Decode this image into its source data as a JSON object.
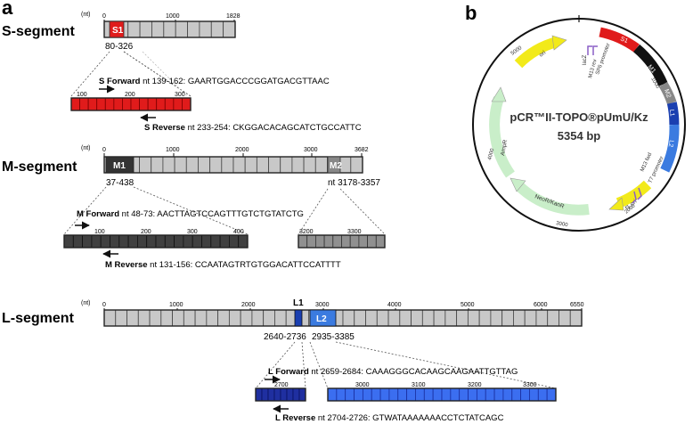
{
  "panels": {
    "a": "a",
    "b": "b"
  },
  "nt_unit": "(nt)",
  "s_segment": {
    "label": "S-segment",
    "ticks": [
      "0",
      "1000",
      "1828"
    ],
    "region_label": "S1",
    "region_range": "80-326",
    "zoom_ticks": [
      "100",
      "200",
      "300"
    ],
    "forward": {
      "name": "S Forward",
      "pos": "nt 139-162:",
      "seq": "GAARTGGACCCGGATGACGTTAAC"
    },
    "reverse": {
      "name": "S Reverse",
      "pos": "nt 233-254:",
      "seq": "CKGGACACAGCATCTGCCATTC"
    }
  },
  "m_segment": {
    "label": "M-segment",
    "ticks": [
      "0",
      "1000",
      "2000",
      "3000",
      "3682"
    ],
    "region1_label": "M1",
    "region1_range": "37-438",
    "region2_label": "M2",
    "region2_range": "nt 3178-3357",
    "zoom1_ticks": [
      "100",
      "200",
      "300",
      "400"
    ],
    "zoom2_ticks": [
      "3200",
      "3300"
    ],
    "forward": {
      "name": "M Forward",
      "pos": "nt 48-73:",
      "seq": "AACTTAGTCCAGTTTGTCTGTATCTG"
    },
    "reverse": {
      "name": "M Reverse",
      "pos": "nt 131-156:",
      "seq": "CCAATAGTRTGTGGACATTCCATTTT"
    }
  },
  "l_segment": {
    "label": "L-segment",
    "ticks": [
      "0",
      "1000",
      "2000",
      "3000",
      "4000",
      "5000",
      "6000",
      "6550"
    ],
    "region1_label": "L1",
    "region1_range": "2640-2736",
    "region2_label": "L2",
    "region2_range": "2935-3385",
    "zoom1_ticks": [
      "2700"
    ],
    "zoom2_ticks": [
      "3000",
      "3100",
      "3200",
      "3300"
    ],
    "forward": {
      "name": "L Forward",
      "pos": "nt 2659-2684:",
      "seq": "CAAAGGGCACAAGCAAGAATTGTTAG"
    },
    "reverse": {
      "name": "L Reverse",
      "pos": "nt 2704-2726:",
      "seq": "GTWATAAAAAAACCTCTATCAGC"
    }
  },
  "plasmid": {
    "name": "pCR™II-TOPO®pUmU/Kz",
    "size": "5354 bp",
    "features": [
      "ori",
      "lacZ",
      "SP6 promoter",
      "M13 rev",
      "S1",
      "M1",
      "M2",
      "L1",
      "L2",
      "M13 fwd",
      "T7 promoter",
      "f1 ori",
      "NeoR/KanR",
      "AmpR"
    ],
    "ticks": [
      "1000",
      "2000",
      "3000",
      "4000",
      "5000"
    ],
    "colors": {
      "S1": "#e01b1b",
      "M1": "#111111",
      "M2": "#888888",
      "L1": "#1a3fb0",
      "L2": "#3b7be0",
      "ori": "#f2ea1a",
      "f1_ori": "#f2ea1a",
      "resistance": "#c9eec9"
    }
  },
  "colors": {
    "segment_fill": "#c8c8c8",
    "s_zoom": "#e01b1b",
    "m_zoom_dark": "#404040",
    "m_zoom_light": "#909090",
    "l_zoom_dark": "#1f2fa0",
    "l_zoom_light": "#3b6ef0"
  }
}
